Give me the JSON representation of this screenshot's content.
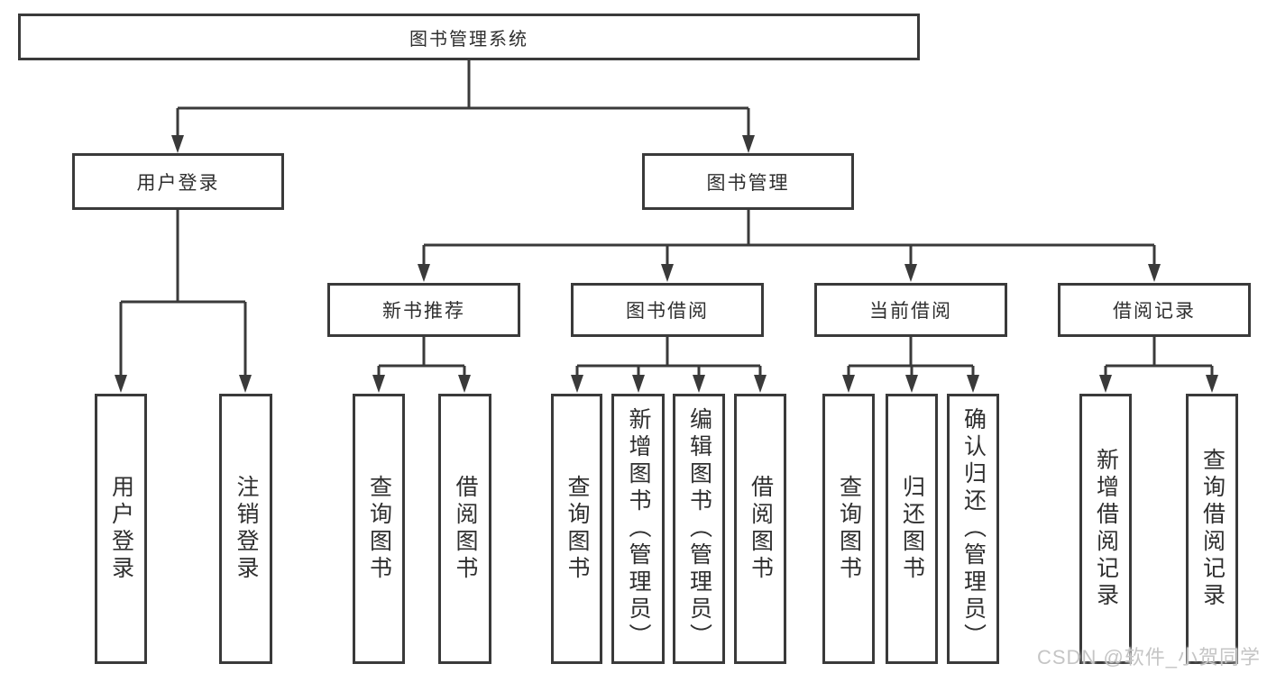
{
  "diagram": {
    "type": "hierarchy-tree",
    "tree": {
      "label": "图书管理系统",
      "children": [
        {
          "label": "用户登录",
          "children": [
            {
              "label": "用户登录"
            },
            {
              "label": "注销登录"
            }
          ]
        },
        {
          "label": "图书管理",
          "children": [
            {
              "label": "新书推荐",
              "children": [
                {
                  "label": "查询图书"
                },
                {
                  "label": "借阅图书"
                }
              ]
            },
            {
              "label": "图书借阅",
              "children": [
                {
                  "label": "查询图书"
                },
                {
                  "label": "新增图书（管理员）"
                },
                {
                  "label": "编辑图书（管理员）"
                },
                {
                  "label": "借阅图书"
                }
              ]
            },
            {
              "label": "当前借阅",
              "children": [
                {
                  "label": "查询图书"
                },
                {
                  "label": "归还图书"
                },
                {
                  "label": "确认归还（管理员）"
                }
              ]
            },
            {
              "label": "借阅记录",
              "children": [
                {
                  "label": "新增借阅记录"
                },
                {
                  "label": "查询借阅记录"
                }
              ]
            }
          ]
        }
      ]
    }
  },
  "watermark": {
    "text": "CSDN @软件_小贺同学"
  },
  "colors": {
    "line": "#3a3a3a",
    "text": "#2f2f2f",
    "background": "#ffffff",
    "watermark": "#c5c5c5"
  }
}
